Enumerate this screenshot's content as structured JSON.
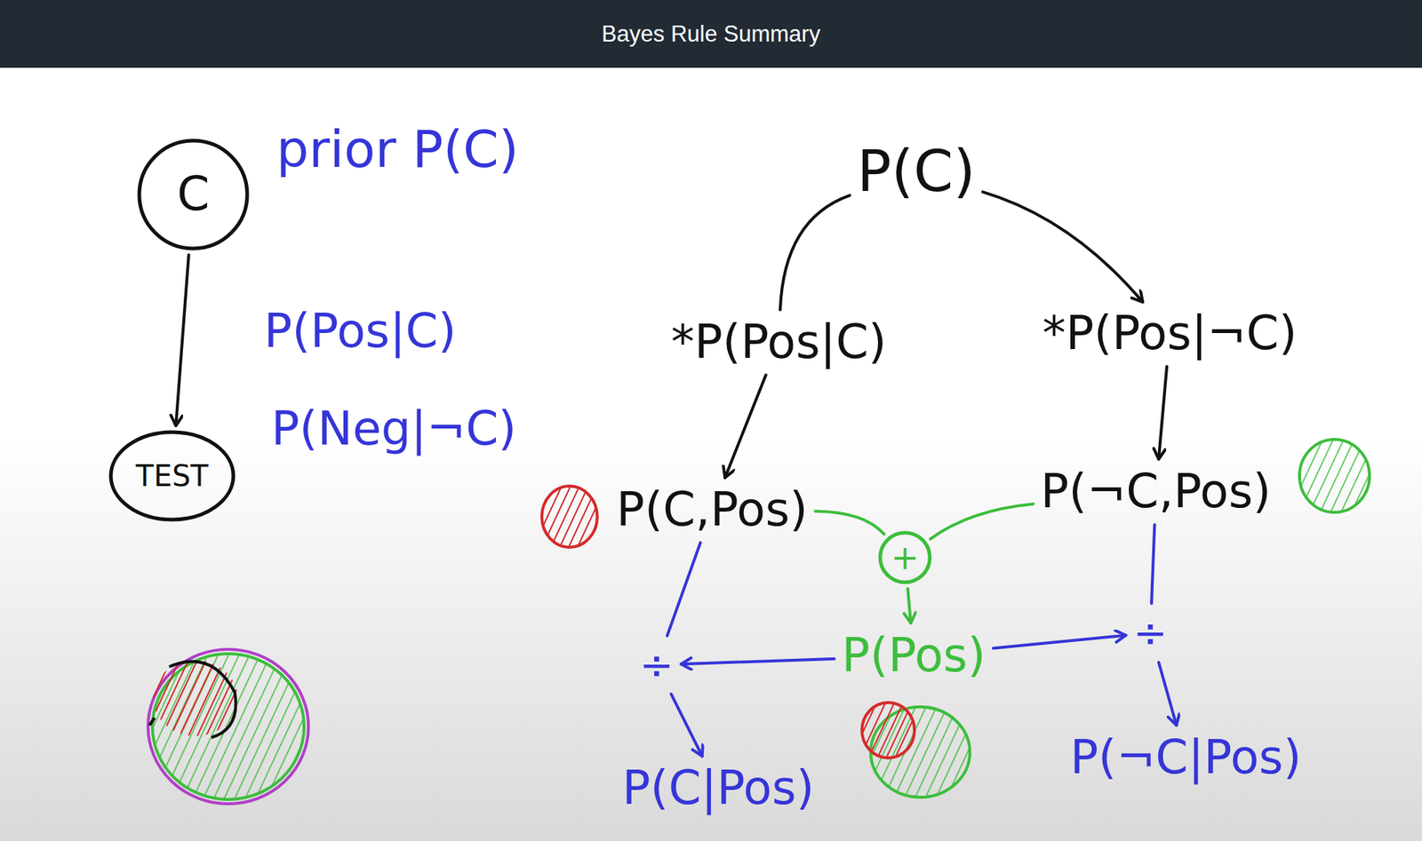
{
  "diagram": {
    "title": "Bayes Rule Summary",
    "nodes": [
      {
        "text": [
          "C"
        ]
      },
      {
        "text": [
          "TEST"
        ]
      },
      {
        "text": [
          "P(C)"
        ]
      },
      {
        "text": [
          "*P(Pos|C)"
        ]
      },
      {
        "text": [
          "*P(Pos|¬C)"
        ]
      },
      {
        "text": [
          "P(C,Pos)"
        ]
      },
      {
        "text": [
          "P(¬C,Pos)"
        ]
      },
      {
        "text": [
          "+"
        ]
      },
      {
        "text": [
          "÷"
        ]
      },
      {
        "text": [
          "P(Pos)"
        ]
      },
      {
        "text": [
          "÷"
        ]
      },
      {
        "text": [
          "P(C|Pos)"
        ]
      },
      {
        "text": [
          "P(¬C|Pos)"
        ]
      }
    ],
    "edges": [
      {
        "from": 0,
        "to": 1,
        "arrow": "to"
      },
      {
        "from": 2,
        "to": 3,
        "arrow": "none"
      },
      {
        "from": 2,
        "to": 4,
        "arrow": "to"
      },
      {
        "from": 3,
        "to": 5,
        "arrow": "to"
      },
      {
        "from": 4,
        "to": 6,
        "arrow": "to"
      },
      {
        "from": 5,
        "to": 7,
        "arrow": "none"
      },
      {
        "from": 6,
        "to": 7,
        "arrow": "none"
      },
      {
        "from": 7,
        "to": 9,
        "arrow": "to"
      },
      {
        "from": 5,
        "to": 8,
        "arrow": "none"
      },
      {
        "from": 9,
        "to": 8,
        "arrow": "to"
      },
      {
        "from": 9,
        "to": 10,
        "arrow": "to"
      },
      {
        "from": 8,
        "to": 11,
        "arrow": "to"
      },
      {
        "from": 6,
        "to": 10,
        "arrow": "none"
      },
      {
        "from": 10,
        "to": 12,
        "arrow": "to"
      }
    ],
    "labels": [
      "prior P(C)",
      "P(Pos|C)",
      "P(Neg|¬C)"
    ]
  }
}
